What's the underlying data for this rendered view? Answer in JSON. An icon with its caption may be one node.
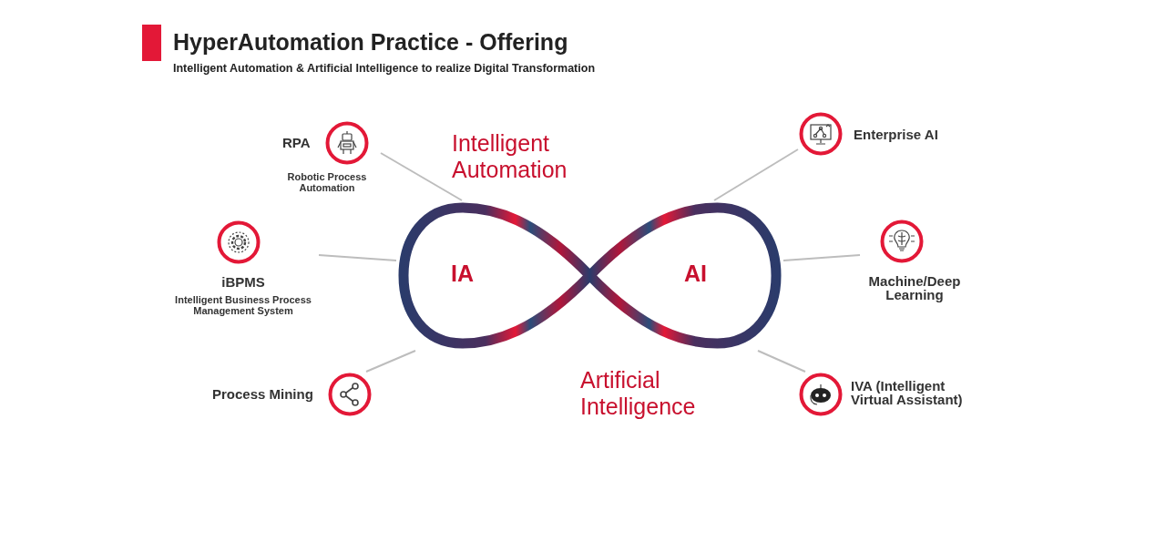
{
  "diagram": {
    "title": "HyperAutomation Practice - Offering",
    "nodes": [
      {
        "text": [
          "IA",
          "AI"
        ]
      },
      {
        "text": [
          "RPA",
          "Robotic Process Automation"
        ]
      },
      {
        "text": [
          "iBPMS",
          "Intelligent Business Process Management System"
        ]
      },
      {
        "text": [
          "Process Mining"
        ]
      },
      {
        "text": [
          "Enterprise AI"
        ]
      },
      {
        "text": [
          "Machine/Deep Learning"
        ]
      },
      {
        "text": [
          "IVA (Intelligent Virtual Assistant)"
        ]
      }
    ],
    "edges": [
      {
        "from": 1,
        "to": 0,
        "arrow": "none"
      },
      {
        "from": 2,
        "to": 0,
        "arrow": "none"
      },
      {
        "from": 3,
        "to": 0,
        "arrow": "none"
      },
      {
        "from": 4,
        "to": 0,
        "arrow": "none"
      },
      {
        "from": 5,
        "to": 0,
        "arrow": "none"
      },
      {
        "from": 6,
        "to": 0,
        "arrow": "none"
      }
    ],
    "labels": [
      "Intelligent Automation & Artificial Intelligence to realize Digital Transformation",
      "Intelligent Automation",
      "Artificial Intelligence"
    ]
  }
}
